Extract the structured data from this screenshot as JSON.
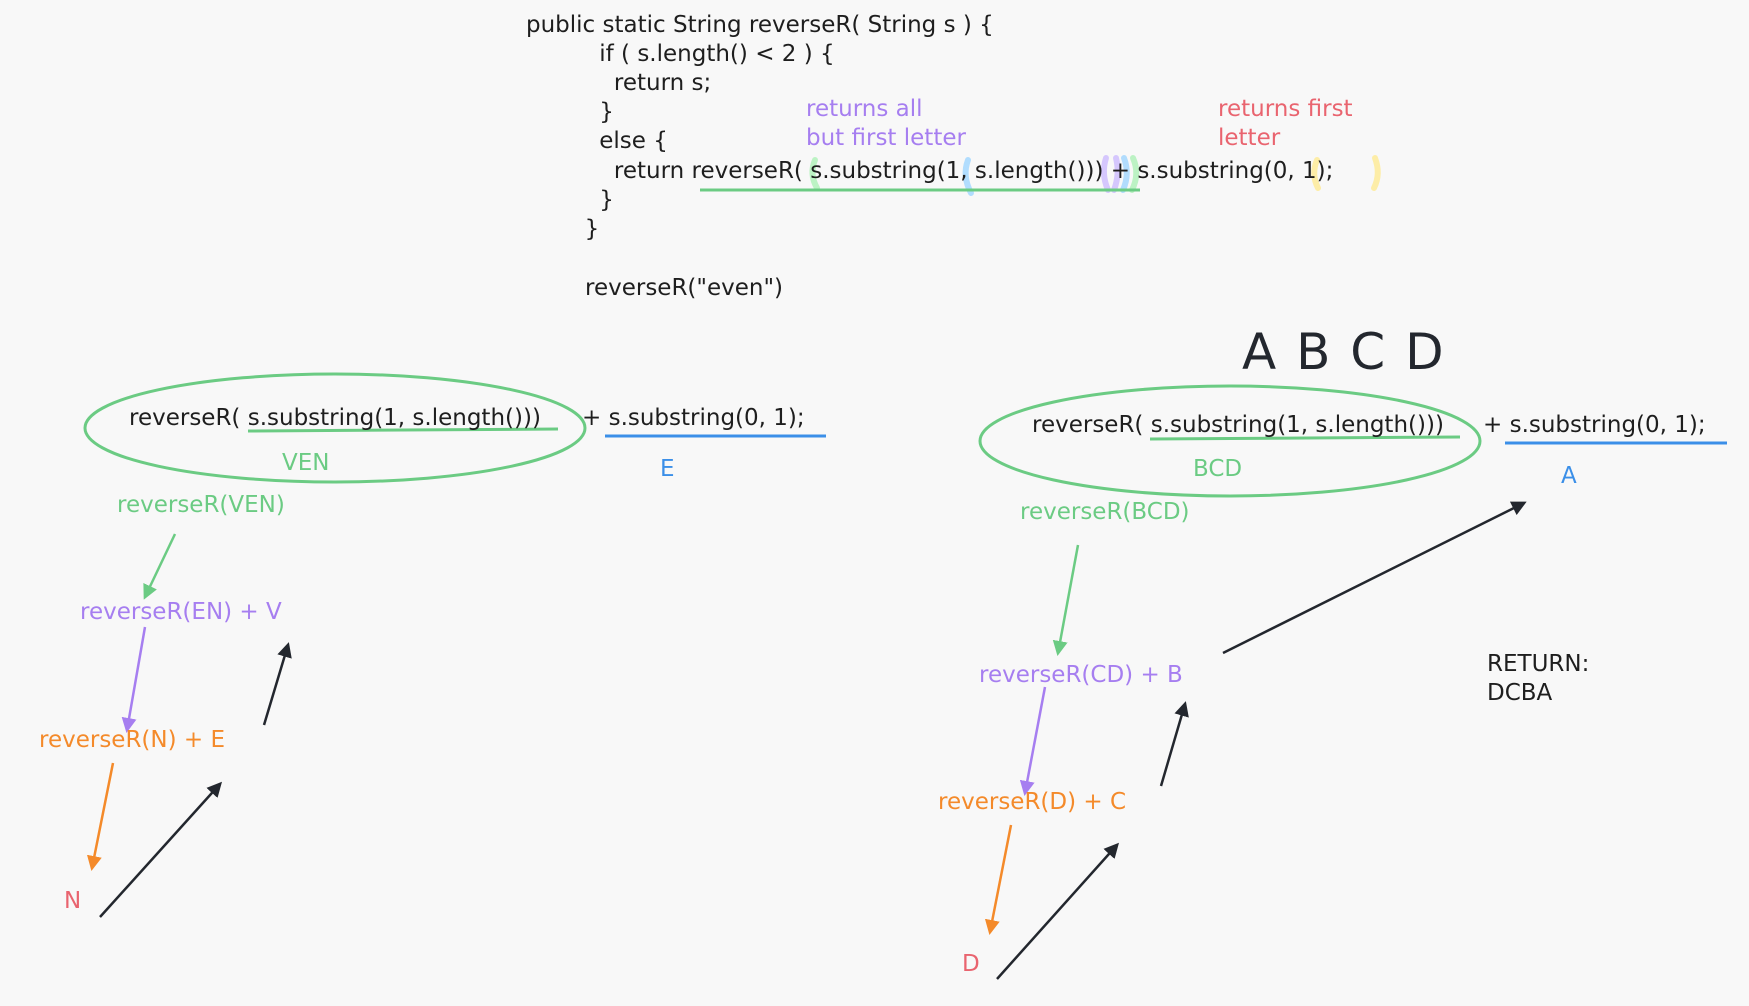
{
  "colors": {
    "code": "#1e1e1e",
    "green": "#6bcb83",
    "purple": "#a67ef0",
    "orange": "#f48a2a",
    "red": "#e9646f",
    "blue": "#3b8fe8",
    "black_arrow": "#23272e",
    "highlight_blue": "#a5d8ff",
    "highlight_purple": "#d0bfff",
    "highlight_green": "#b2f2bb",
    "highlight_yellow": "#ffec99"
  },
  "code": {
    "lines": [
      "public static String reverseR( String s ) {",
      "    if ( s.length() < 2 ) {",
      "      return s;",
      "    }",
      "    else {",
      "      return reverseR( s.substring(1, s.length())) + s.substring(0, 1);",
      "    }",
      "  }"
    ],
    "call": "reverseR(\"even\")",
    "note_all_but_first": "returns all\nbut first letter",
    "note_first_letter": "returns first\nletter"
  },
  "left": {
    "expr_call": "reverseR( s.substring(1, s.length()))",
    "expr_plus": "+ s.substring(0, 1);",
    "rest_label": "VEN",
    "first_label": "E",
    "step1": "reverseR(VEN)",
    "step2": "reverseR(EN) + V",
    "step3": "reverseR(N) + E",
    "base": "N"
  },
  "right": {
    "title": "A B C D",
    "expr_call": "reverseR( s.substring(1, s.length()))",
    "expr_plus": "+ s.substring(0, 1);",
    "rest_label": "BCD",
    "first_label": "A",
    "step1": "reverseR(BCD)",
    "step2": "reverseR(CD) + B",
    "step3": "reverseR(D) + C",
    "base": "D",
    "return_text": "RETURN:\nDCBA"
  }
}
